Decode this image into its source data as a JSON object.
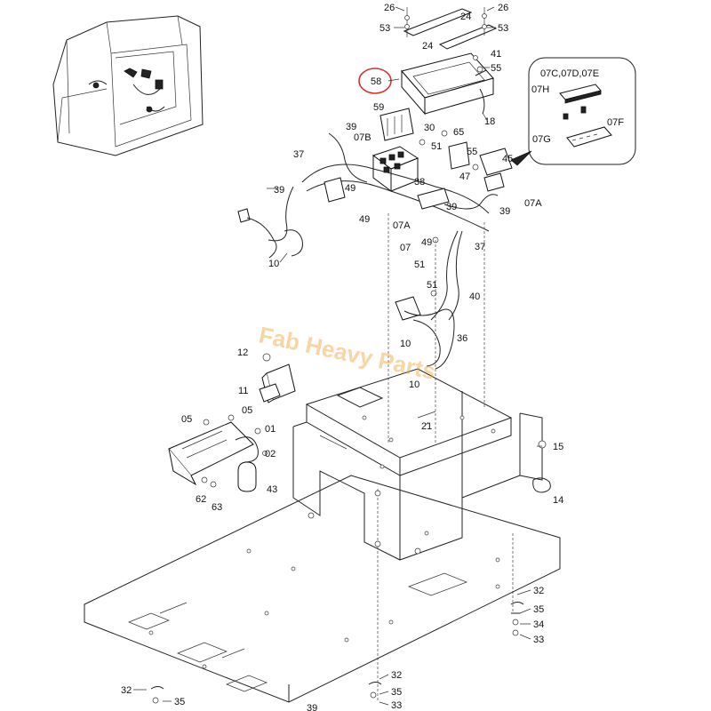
{
  "watermark": "Fab Heavy Parts",
  "highlight_color": "#d9302c",
  "watermark_color": "#f3a23a",
  "labels": {
    "l26a": "26",
    "l26b": "26",
    "l53a": "53",
    "l53b": "53",
    "l24a": "24",
    "l24b": "24",
    "l41": "41",
    "l55a": "55",
    "l58": "58",
    "l18": "18",
    "l07cde": "07C,07D,07E",
    "l07h": "07H",
    "l07g": "07G",
    "l07f": "07F",
    "l59": "59",
    "l39a": "39",
    "l30": "30",
    "l07b": "07B",
    "l51a": "51",
    "l65": "65",
    "l55b": "55",
    "l37a": "37",
    "l45": "45",
    "l47": "47",
    "l38": "38",
    "l39b": "39",
    "l49a": "49",
    "l49b": "49",
    "l07a1": "07A",
    "l07a2": "07A",
    "l39c": "39",
    "l39d": "39",
    "l07": "07",
    "l49c": "49",
    "l37b": "37",
    "l51b": "51",
    "l10a": "10",
    "l51c": "51",
    "l40": "40",
    "l36": "36",
    "l10b": "10",
    "l10c": "10",
    "l12": "12",
    "l11": "11",
    "l21": "21",
    "l05a": "05",
    "l05b": "05",
    "l01": "01",
    "l02": "02",
    "l15": "15",
    "l14": "14",
    "l62": "62",
    "l63": "63",
    "l43": "43",
    "l32a": "32",
    "l35a": "35",
    "l34a": "34",
    "l33a": "33",
    "l32b": "32",
    "l35b": "35",
    "l33b": "33",
    "l32c": "32",
    "l35c": "35",
    "l39e": "39"
  }
}
